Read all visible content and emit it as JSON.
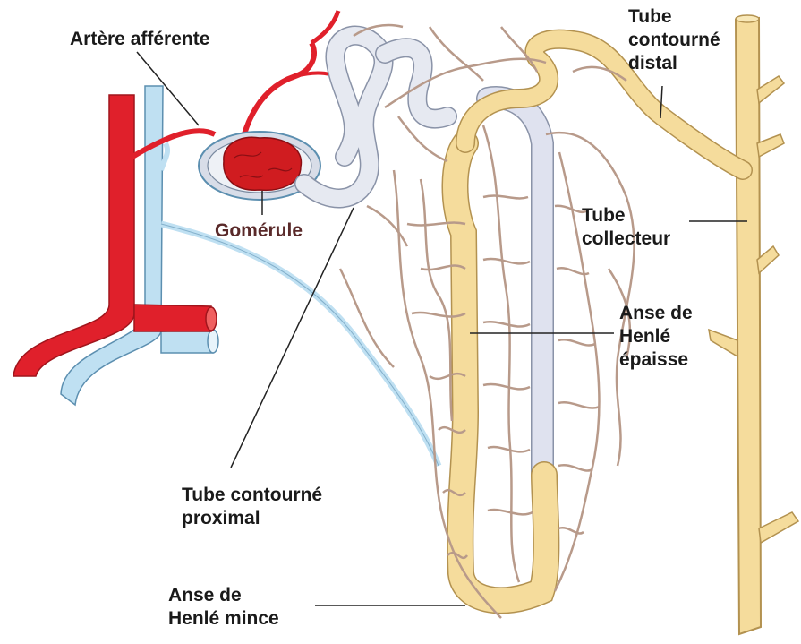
{
  "labels": {
    "afferent_artery": "Artère afférente",
    "glomerulus": "Gomérule",
    "distal_tubule": [
      "Tube",
      "contourné",
      "distal"
    ],
    "collecting_duct": [
      "Tube",
      "collecteur"
    ],
    "thick_loop": [
      "Anse de",
      "Henlé",
      "épaisse"
    ],
    "proximal_tubule": [
      "Tube contourné",
      "proximal"
    ],
    "thin_loop": [
      "Anse de",
      "Henlé mince"
    ]
  },
  "colors": {
    "artery": "#e0202b",
    "artery_dark": "#a0151c",
    "vein": "#bfe0f2",
    "vein_outline": "#5c8fb0",
    "tubule": "#f5dc9c",
    "tubule_outline": "#b39250",
    "thin_tubule": "#dfe2ef",
    "capillary": "#b89a8a",
    "leader_line": "#222222"
  }
}
